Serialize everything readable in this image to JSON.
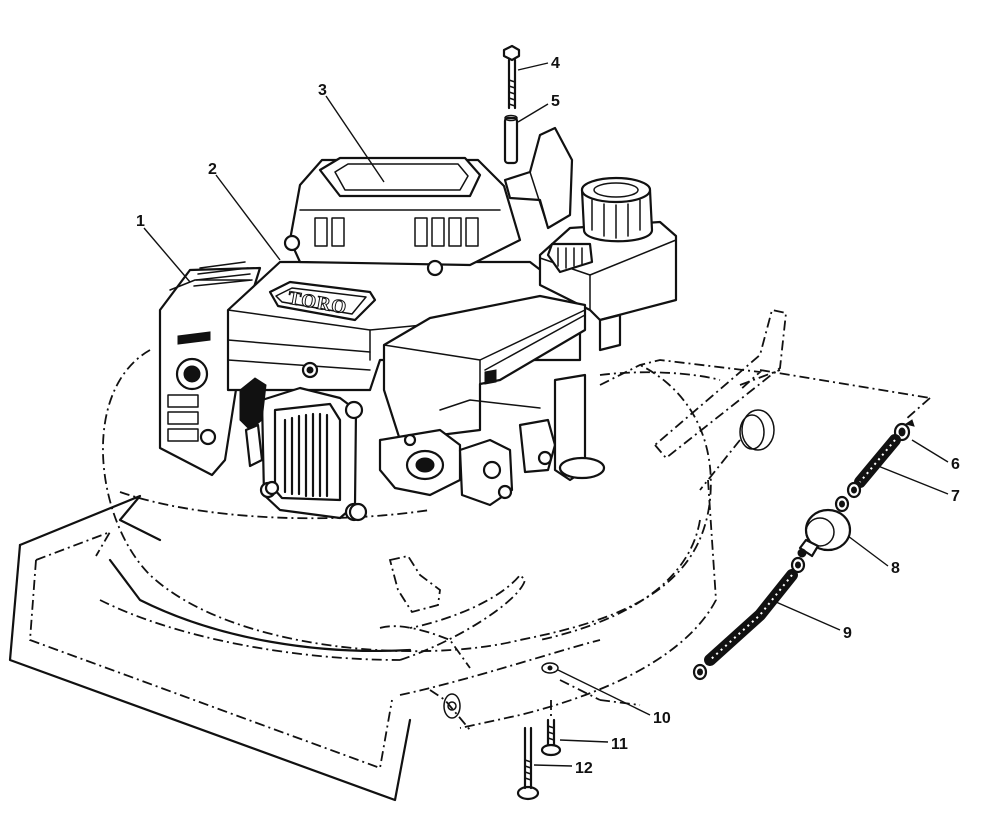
{
  "diagram": {
    "brand_logo": "TORO",
    "callouts": [
      {
        "id": "1",
        "label": "1"
      },
      {
        "id": "2",
        "label": "2"
      },
      {
        "id": "3",
        "label": "3"
      },
      {
        "id": "4",
        "label": "4"
      },
      {
        "id": "5",
        "label": "5"
      },
      {
        "id": "6",
        "label": "6"
      },
      {
        "id": "7",
        "label": "7"
      },
      {
        "id": "8",
        "label": "8"
      },
      {
        "id": "9",
        "label": "9"
      },
      {
        "id": "10",
        "label": "10"
      },
      {
        "id": "11",
        "label": "11"
      },
      {
        "id": "12",
        "label": "12"
      }
    ]
  }
}
